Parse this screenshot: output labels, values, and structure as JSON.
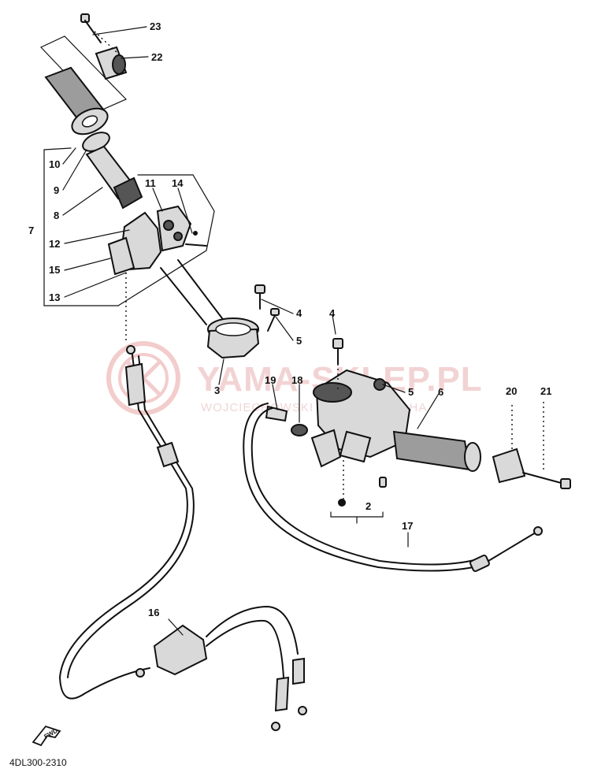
{
  "watermark": {
    "brand": "YAMA-SKLEP.PL",
    "dealer": "WOJCIECHOWSKI DEALER YAMAHA"
  },
  "diagram": {
    "drawing_code": "4DL300-2310",
    "front_arrow_text": "FWD",
    "callouts": [
      {
        "id": "c23",
        "number": "23"
      },
      {
        "id": "c22",
        "number": "22"
      },
      {
        "id": "c10",
        "number": "10"
      },
      {
        "id": "c9",
        "number": "9"
      },
      {
        "id": "c8",
        "number": "8"
      },
      {
        "id": "c7",
        "number": "7"
      },
      {
        "id": "c11",
        "number": "11"
      },
      {
        "id": "c14",
        "number": "14"
      },
      {
        "id": "c12",
        "number": "12"
      },
      {
        "id": "c15",
        "number": "15"
      },
      {
        "id": "c13",
        "number": "13"
      },
      {
        "id": "c4a",
        "number": "4"
      },
      {
        "id": "c5a",
        "number": "5"
      },
      {
        "id": "c4b",
        "number": "4"
      },
      {
        "id": "c3",
        "number": "3"
      },
      {
        "id": "c19",
        "number": "19"
      },
      {
        "id": "c18",
        "number": "18"
      },
      {
        "id": "c5b",
        "number": "5"
      },
      {
        "id": "c6",
        "number": "6"
      },
      {
        "id": "c20",
        "number": "20"
      },
      {
        "id": "c21",
        "number": "21"
      },
      {
        "id": "c2",
        "number": "2"
      },
      {
        "id": "c17",
        "number": "17"
      },
      {
        "id": "c16",
        "number": "16"
      }
    ]
  }
}
